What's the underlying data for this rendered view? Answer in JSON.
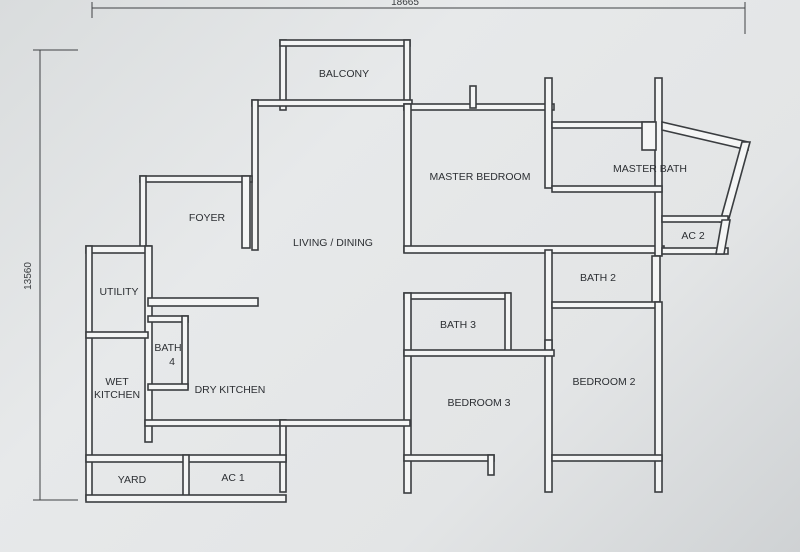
{
  "dimensions": {
    "overall_width": "18665",
    "overall_depth": "13560"
  },
  "rooms": {
    "balcony": "BALCONY",
    "master_bedroom": "MASTER BEDROOM",
    "master_bath": "MASTER BATH",
    "foyer": "FOYER",
    "living_dining": "LIVING / DINING",
    "ac2": "AC 2",
    "utility": "UTILITY",
    "bath2": "BATH 2",
    "bath3": "BATH 3",
    "bath4_line1": "BATH",
    "bath4_line2": "4",
    "wet_kitchen_line1": "WET",
    "wet_kitchen_line2": "KITCHEN",
    "dry_kitchen": "DRY KITCHEN",
    "bedroom3": "BEDROOM 3",
    "bedroom2": "BEDROOM 2",
    "yard": "YARD",
    "ac1": "AC 1"
  }
}
